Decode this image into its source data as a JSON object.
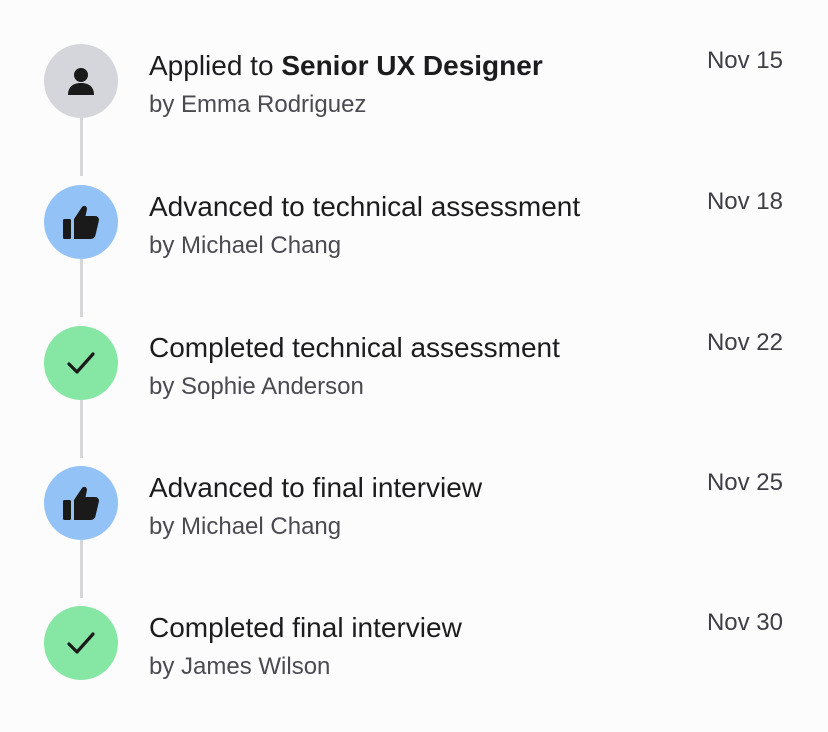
{
  "colors": {
    "person_bg": "#d4d6db",
    "thumbs_bg": "#93c2f7",
    "check_bg": "#86e7a4",
    "icon_fg": "#1a1a1a",
    "connector": "#d6d6da"
  },
  "events": [
    {
      "icon": "person-icon",
      "action_prefix": "Applied to ",
      "action_emphasis": "Senior UX Designer",
      "byline": "by Emma Rodriguez",
      "date": "Nov 15"
    },
    {
      "icon": "thumbs-up-icon",
      "action_prefix": "Advanced to technical assessment",
      "action_emphasis": "",
      "byline": "by Michael Chang",
      "date": "Nov 18"
    },
    {
      "icon": "check-icon",
      "action_prefix": "Completed technical assessment",
      "action_emphasis": "",
      "byline": "by Sophie Anderson",
      "date": "Nov 22"
    },
    {
      "icon": "thumbs-up-icon",
      "action_prefix": "Advanced to final interview",
      "action_emphasis": "",
      "byline": "by Michael Chang",
      "date": "Nov 25"
    },
    {
      "icon": "check-icon",
      "action_prefix": "Completed final interview",
      "action_emphasis": "",
      "byline": "by James Wilson",
      "date": "Nov 30"
    }
  ]
}
